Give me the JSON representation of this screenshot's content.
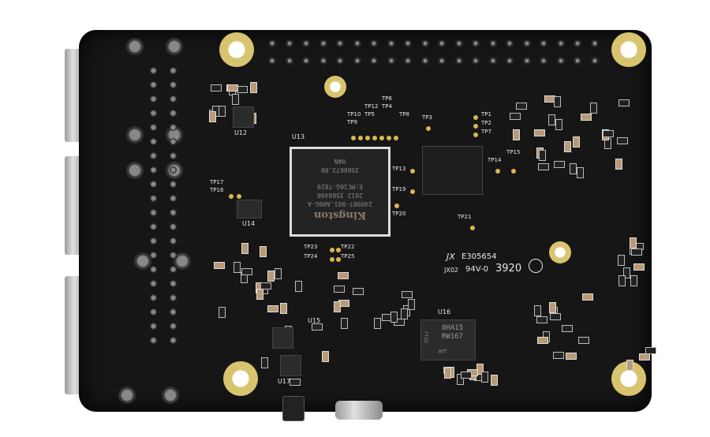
{
  "board": {
    "designators": {
      "u12": "U12",
      "u13": "U13",
      "u14": "U14",
      "u15": "U15",
      "u16": "U16",
      "u17": "U17"
    },
    "test_points": [
      "TP1",
      "TP2",
      "TP3",
      "TP4",
      "TP5",
      "TP6",
      "TP7",
      "TP8",
      "TP9",
      "TP10",
      "TP12",
      "TP13",
      "TP14",
      "TP15",
      "TP16",
      "TP17",
      "TP19",
      "TP20",
      "TP21",
      "TP22",
      "TP23",
      "TP24",
      "TP25"
    ],
    "ul_mark": "E305654",
    "logo_mark": "JX",
    "board_code": "JX02",
    "flammability": "94V-0",
    "date_code": "3920",
    "emmc_chip": {
      "lines": [
        "HAN",
        "3560673.00",
        "E:MC16G-T829",
        "2012   3568490",
        "240907-001.A00G-A"
      ],
      "brand": "Kingston"
    },
    "u16_chip": {
      "lines": [
        "8HA15",
        "RW167"
      ],
      "side": "FT20",
      "mark": "MT"
    }
  }
}
